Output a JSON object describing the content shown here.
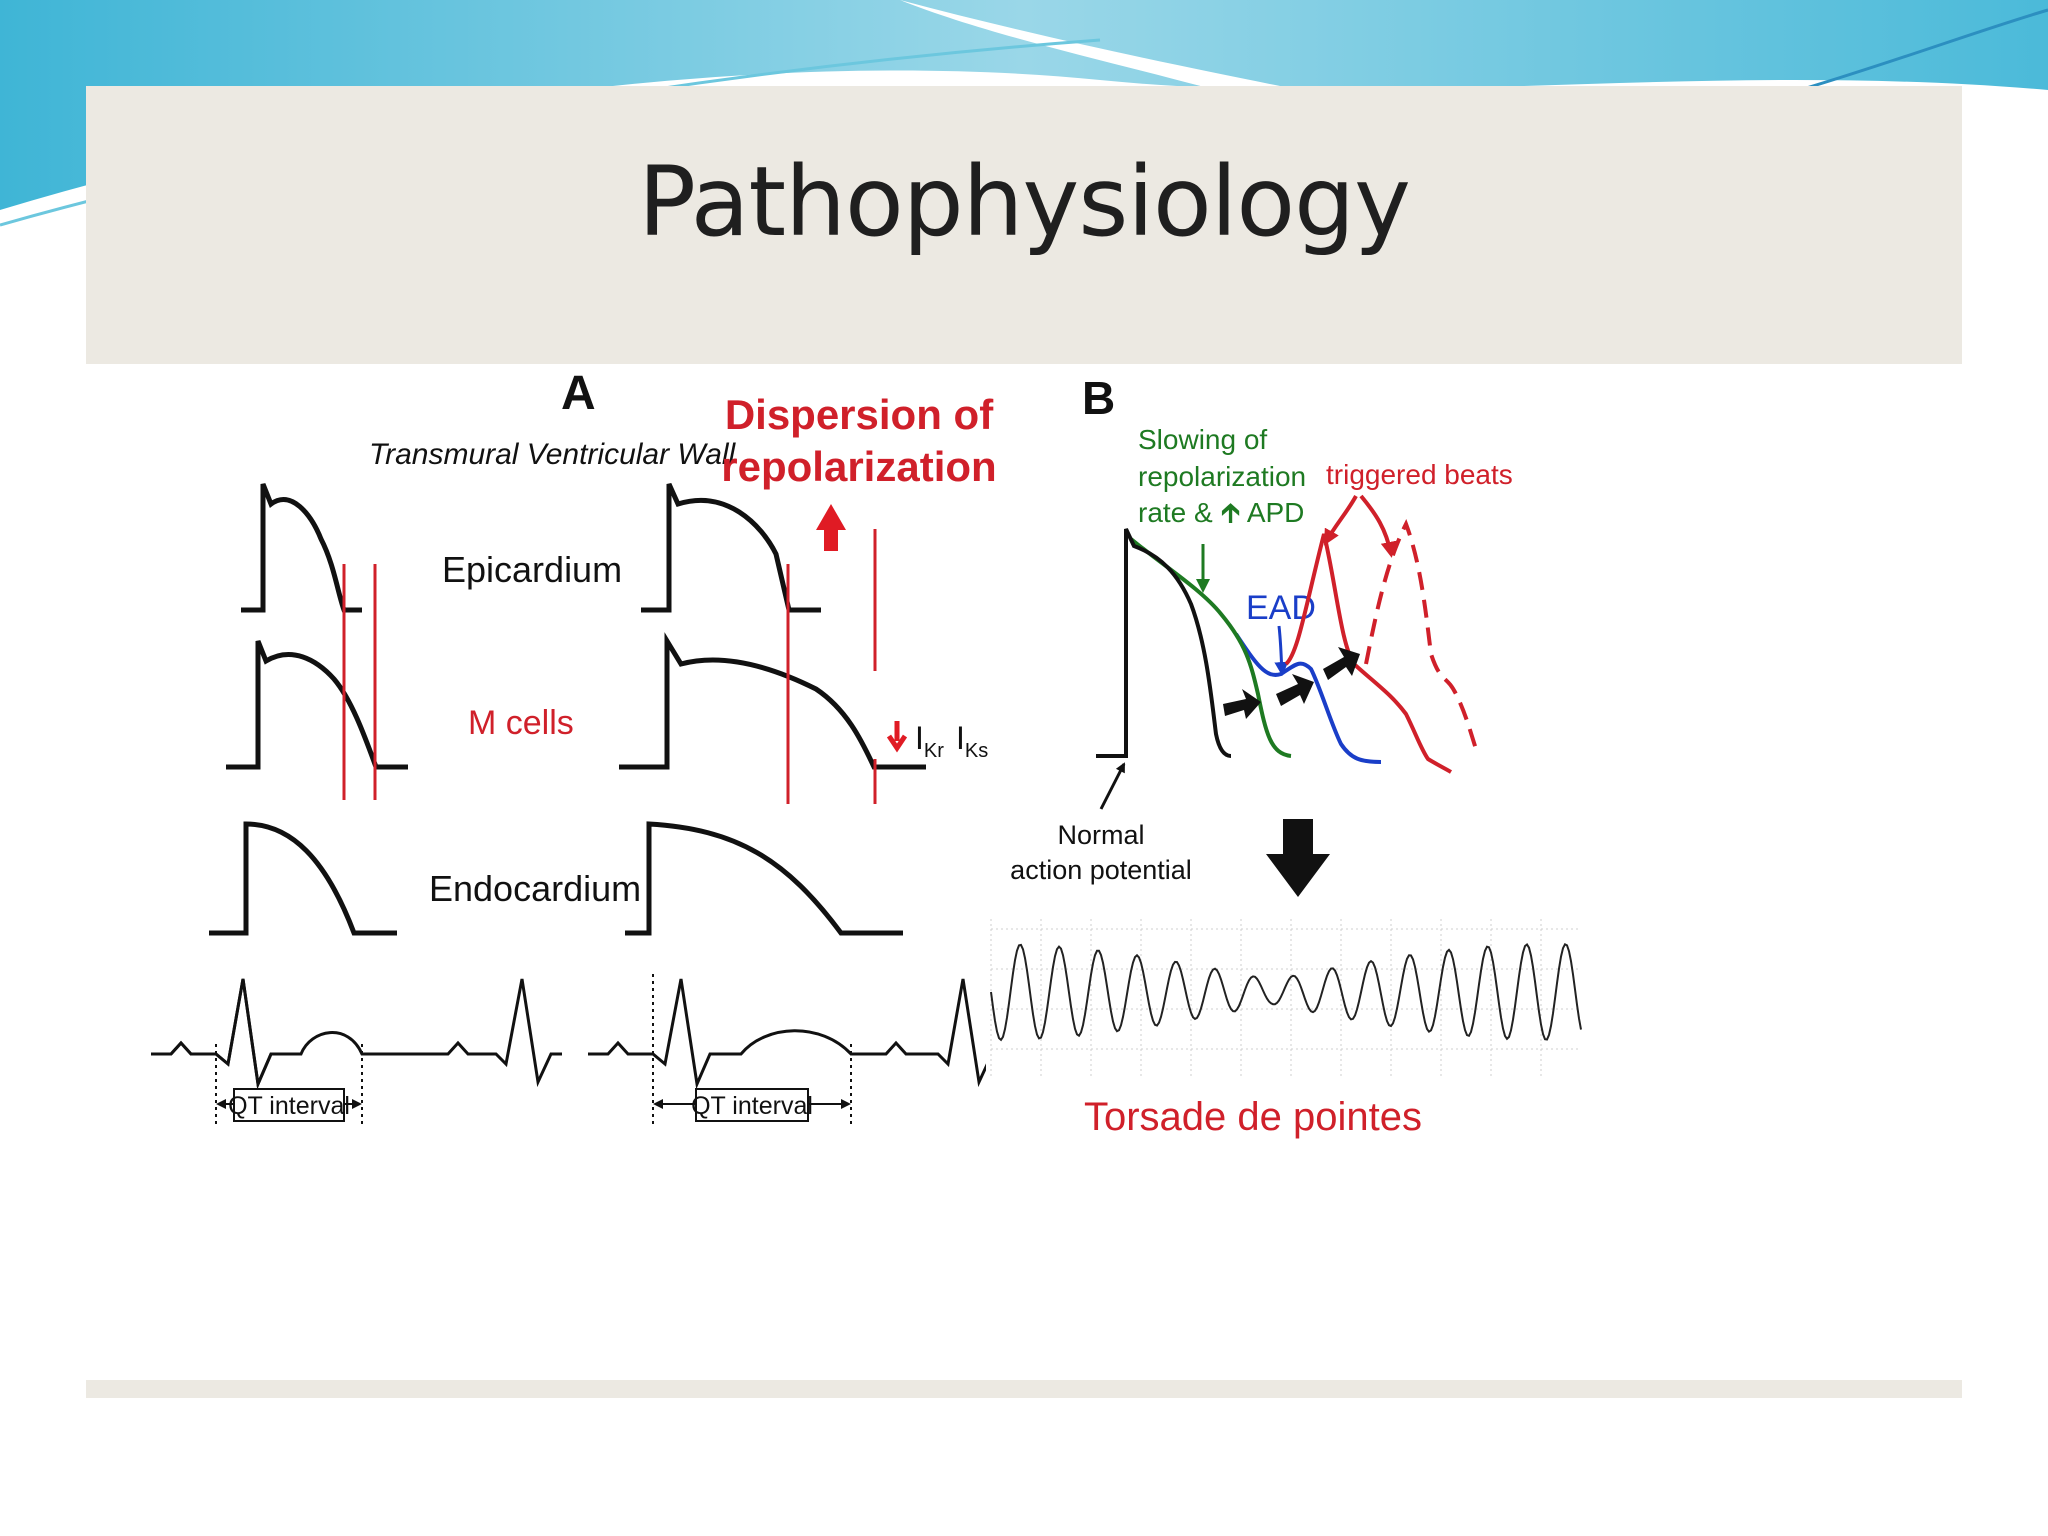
{
  "slide": {
    "title": "Pathophysiology"
  },
  "panel_a": {
    "label": "A",
    "subtitle": "Transmural Ventricular Wall",
    "dispersion_line1": "Dispersion of",
    "dispersion_line2": "repolarization",
    "layer_epicardium": "Epicardium",
    "layer_m_cells": "M cells",
    "layer_endocardium": "Endocardium",
    "current_ikr": "I",
    "current_ikr_sub": "Kr",
    "current_iks": "I",
    "current_iks_sub": "Ks",
    "qt_left": "QT interval",
    "qt_right": "QT interval"
  },
  "panel_b": {
    "label": "B",
    "slowing_line1": "Slowing of",
    "slowing_line2": "repolarization",
    "slowing_line3": "rate & ",
    "slowing_line3_end": " APD",
    "triggered": "triggered beats",
    "ead": "EAD",
    "normal_line1": "Normal",
    "normal_line2": "action potential",
    "torsade": "Torsade de pointes"
  },
  "colors": {
    "black": "#111111",
    "red": "#d0202a",
    "green": "#1e7a22",
    "blue": "#1a3ec8",
    "band": "#ece9e2",
    "accent": "#5ec6df"
  }
}
